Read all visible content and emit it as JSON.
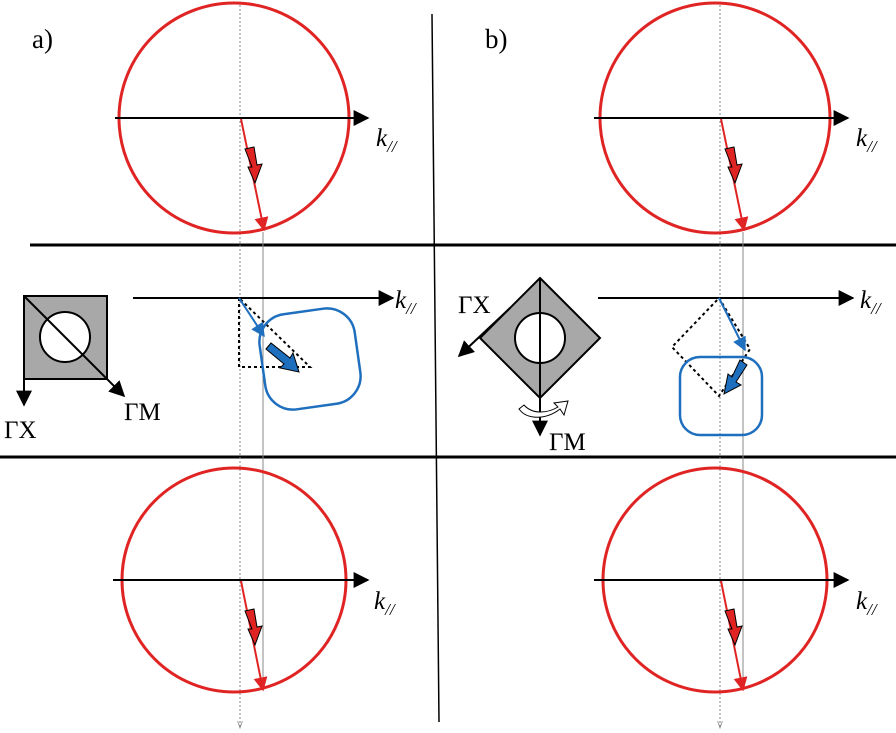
{
  "panels": {
    "a": {
      "label": "a)",
      "dir_x": "ΓX",
      "dir_m": "ΓM"
    },
    "b": {
      "label": "b)",
      "dir_x": "ΓX",
      "dir_m": "ΓM"
    }
  },
  "axis_label": {
    "k": "k",
    "subscript": "//"
  },
  "colors": {
    "circle": "#e02424",
    "red_arrow": "#e02424",
    "blue": "#1f6fbf",
    "square_fill": "#a8a8a8",
    "lines": "#000000",
    "guide": "#888888"
  }
}
